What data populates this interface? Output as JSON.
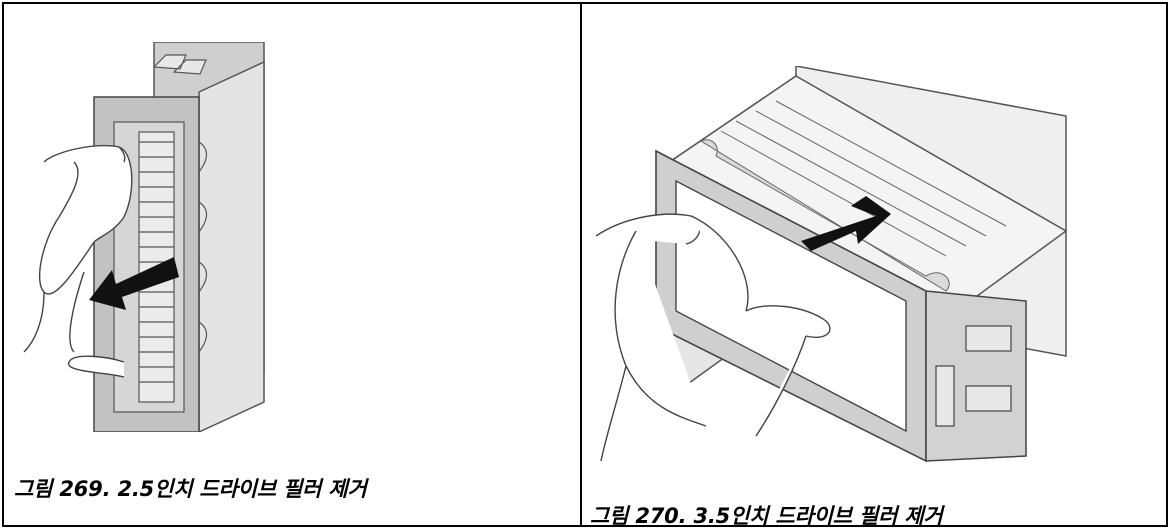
{
  "figures": [
    {
      "caption": "그림 269.  2.5인치 드라이브 필러 제거",
      "illustration": "hand-removing-2.5-inch-drive-filler-with-arrow"
    },
    {
      "caption": "그림 270.  3.5인치 드라이브 필러 제거",
      "illustration": "hand-removing-3.5-inch-drive-filler-with-arrow"
    }
  ]
}
